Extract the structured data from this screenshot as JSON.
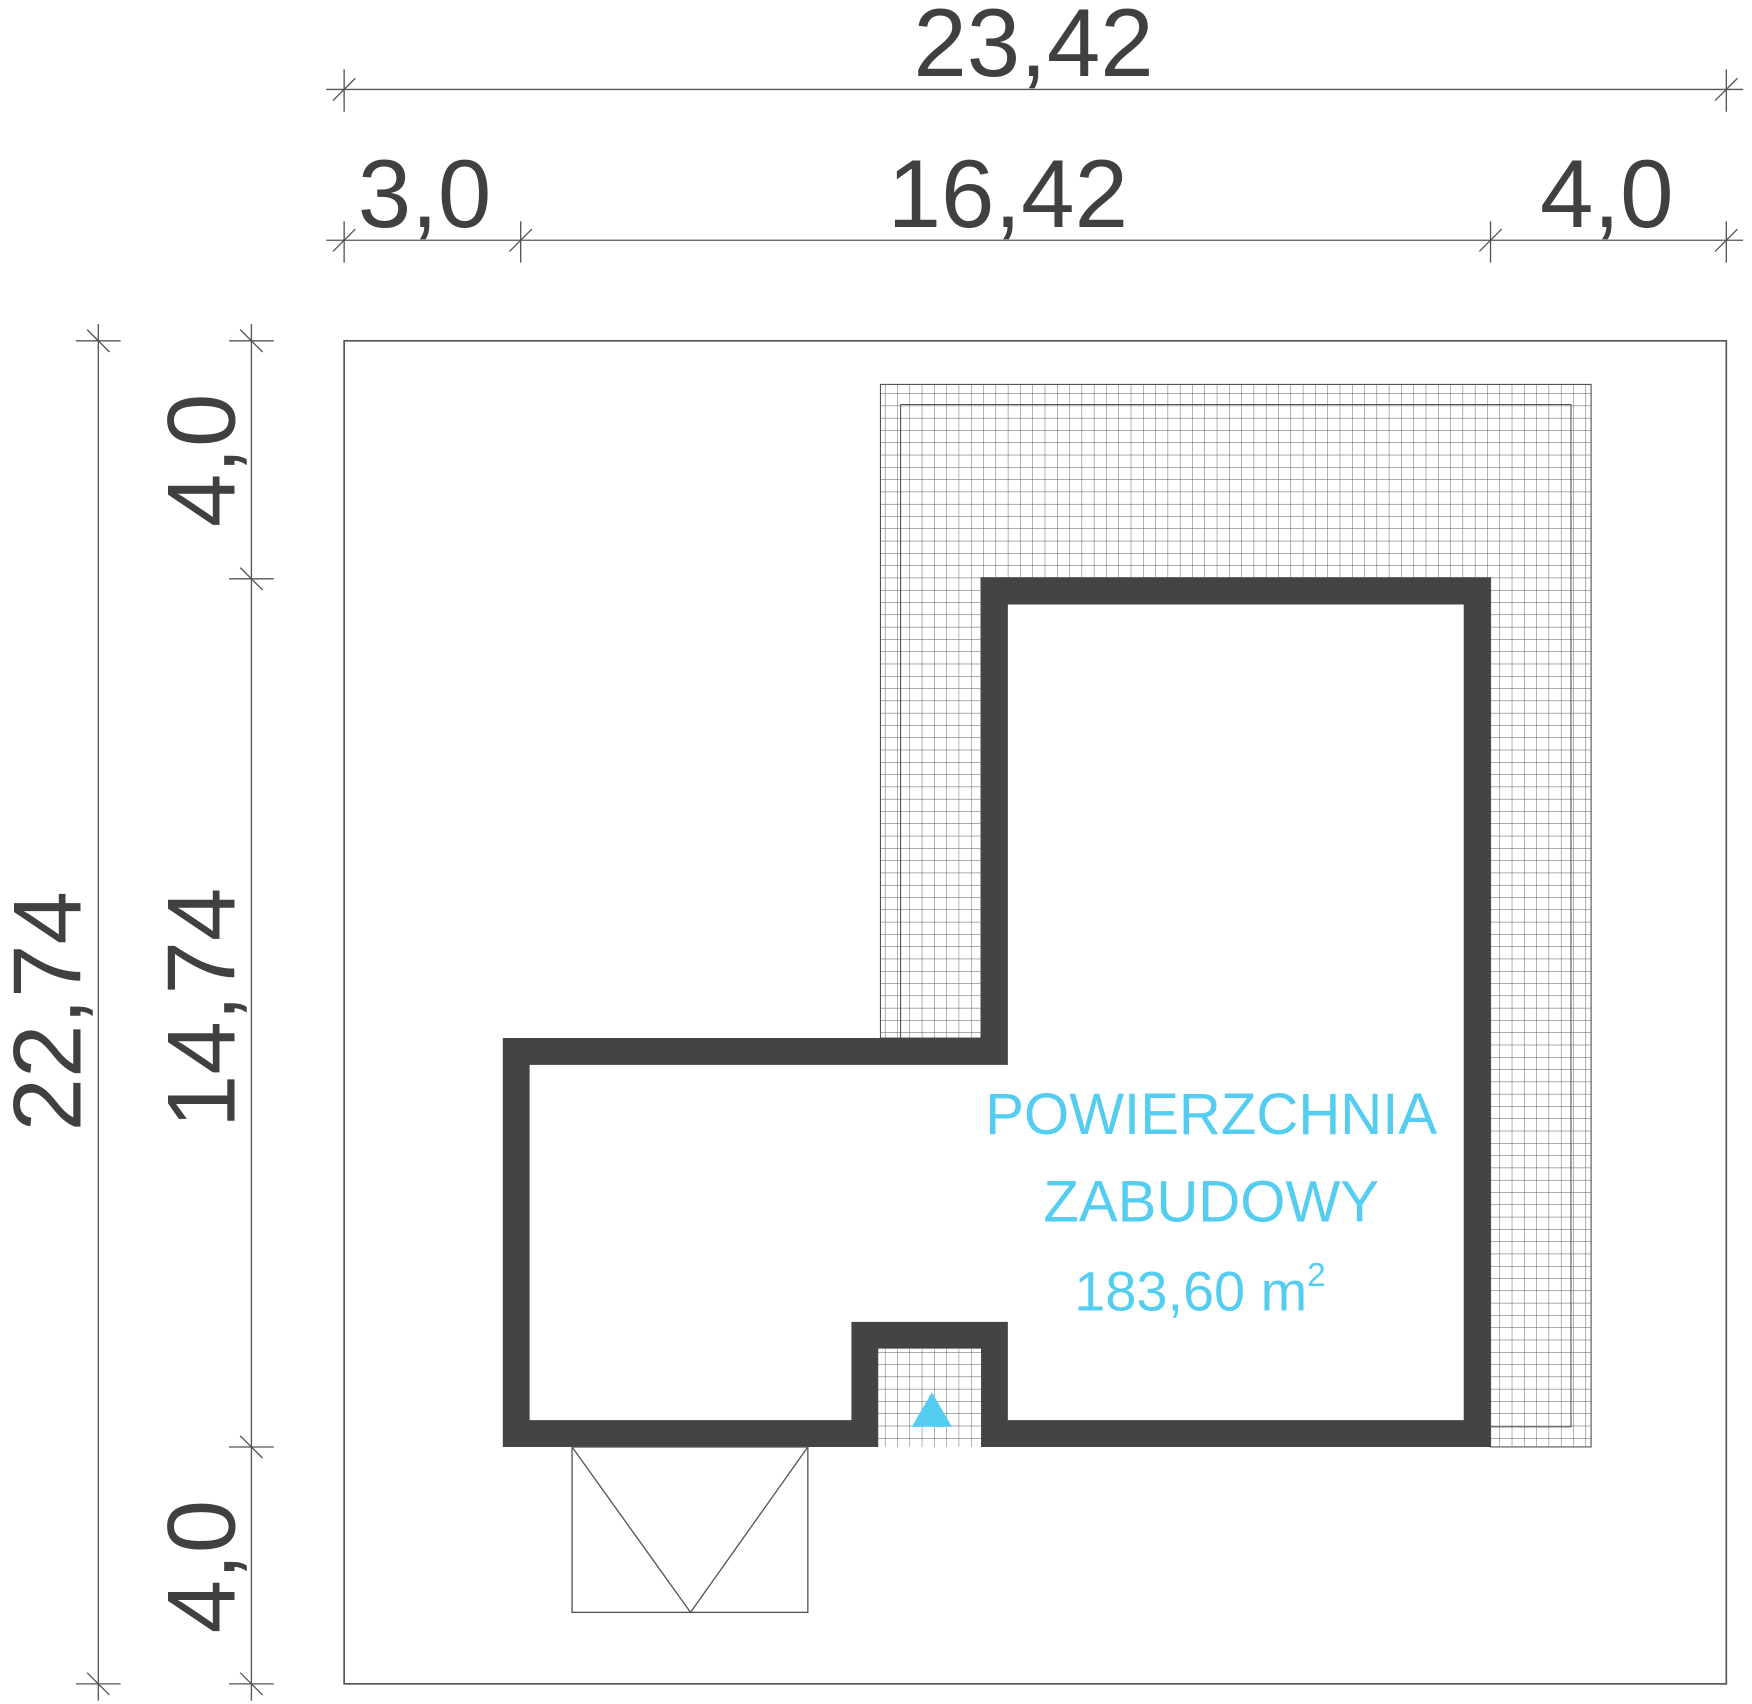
{
  "dimensions": {
    "total_width": "23,42",
    "left_offset": "3,0",
    "building_width": "16,42",
    "right_offset": "4,0",
    "total_depth": "22,74",
    "top_offset": "4,0",
    "building_depth": "14,74",
    "bottom_offset": "4,0"
  },
  "area_label": {
    "line1": "POWIERZCHNIA",
    "line2": "ZABUDOWY",
    "value": "183,60 m",
    "unit_sup": "2"
  },
  "colors": {
    "wall": "#444444",
    "accent": "#55cdf0",
    "line": "#555555"
  }
}
